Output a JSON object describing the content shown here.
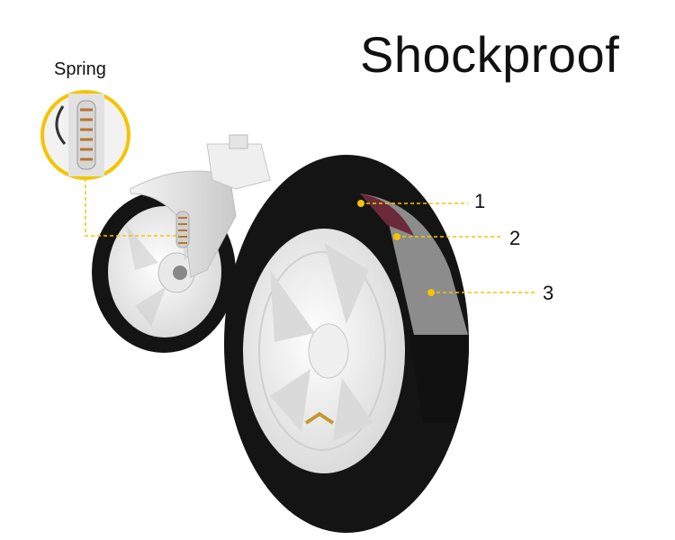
{
  "title": "Shockproof",
  "spring_label": "Spring",
  "callouts": [
    "1",
    "2",
    "3"
  ],
  "colors": {
    "accent_ring": "#f5c400",
    "tire": "#151515",
    "layer_2": "#6b2a3a",
    "layer_3": "#8c8c8c",
    "wheel_rim": "#ffffff"
  }
}
